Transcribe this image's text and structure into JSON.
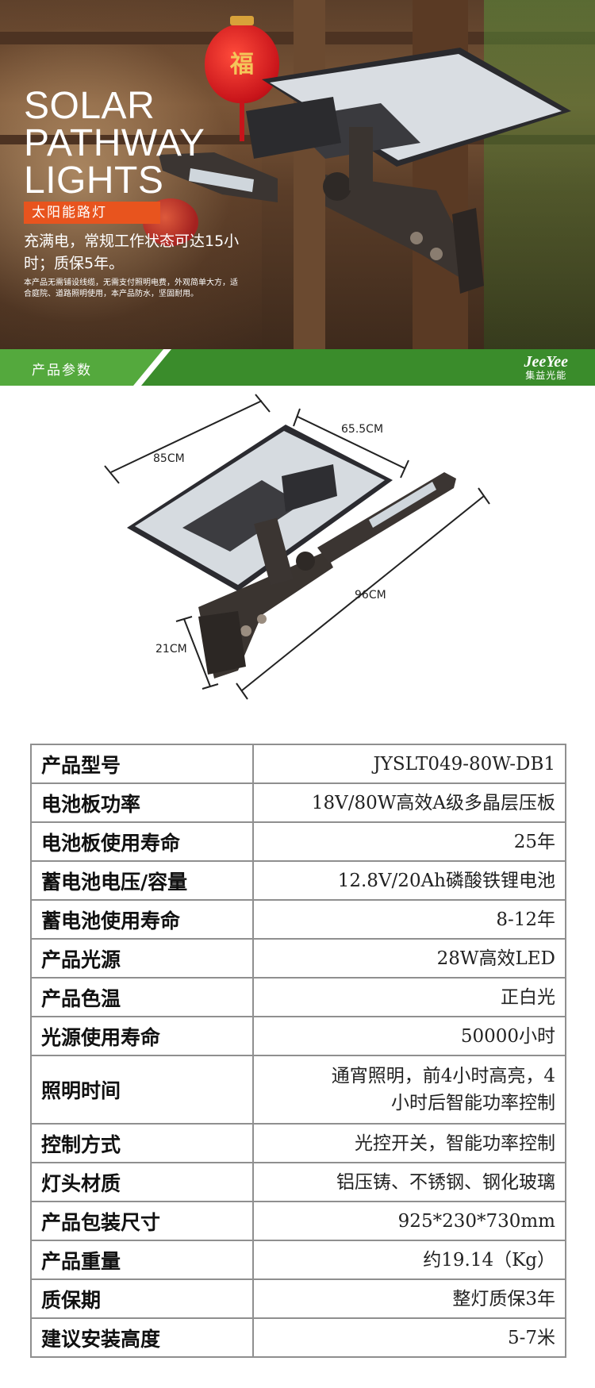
{
  "hero": {
    "title_line1": "SOLAR",
    "title_line2": "PATHWAY",
    "title_line3": "LIGHTS",
    "badge": "太阳能路灯",
    "headline": "充满电，常规工作状态可达15小时；质保5年。",
    "description": "本产品无需铺设线缆，无需支付照明电费，外观简单大方，适合庭院、道路照明使用，本产品防水，坚固耐用。",
    "lantern_glyph": "福"
  },
  "band": {
    "label": "产品参数",
    "brand_en": "JeeYee",
    "brand_cn": "集益光能"
  },
  "dimensions": {
    "width": "65.5CM",
    "length": "85CM",
    "total": "96CM",
    "bracket": "21CM"
  },
  "specs": [
    {
      "label": "产品型号",
      "value": "JYSLT049-80W-DB1"
    },
    {
      "label": "电池板功率",
      "value": "18V/80W高效A级多晶层压板"
    },
    {
      "label": "电池板使用寿命",
      "value": "25年"
    },
    {
      "label": "蓄电池电压/容量",
      "value": "12.8V/20Ah磷酸铁锂电池"
    },
    {
      "label": "蓄电池使用寿命",
      "value": "8-12年"
    },
    {
      "label": "产品光源",
      "value": "28W高效LED"
    },
    {
      "label": "产品色温",
      "value": "正白光"
    },
    {
      "label": "光源使用寿命",
      "value": "50000小时"
    },
    {
      "label": "照明时间",
      "value_line1": "通宵照明，前4小时高亮，4",
      "value_line2": "小时后智能功率控制"
    },
    {
      "label": "控制方式",
      "value": "光控开关，智能功率控制"
    },
    {
      "label": "灯头材质",
      "value": "铝压铸、不锈钢、钢化玻璃"
    },
    {
      "label": "产品包装尺寸",
      "value": "925*230*730mm"
    },
    {
      "label": "产品重量",
      "value": "约19.14（Kg）"
    },
    {
      "label": "质保期",
      "value": "整灯质保3年"
    },
    {
      "label": "建议安装高度",
      "value": "5-7米"
    }
  ]
}
